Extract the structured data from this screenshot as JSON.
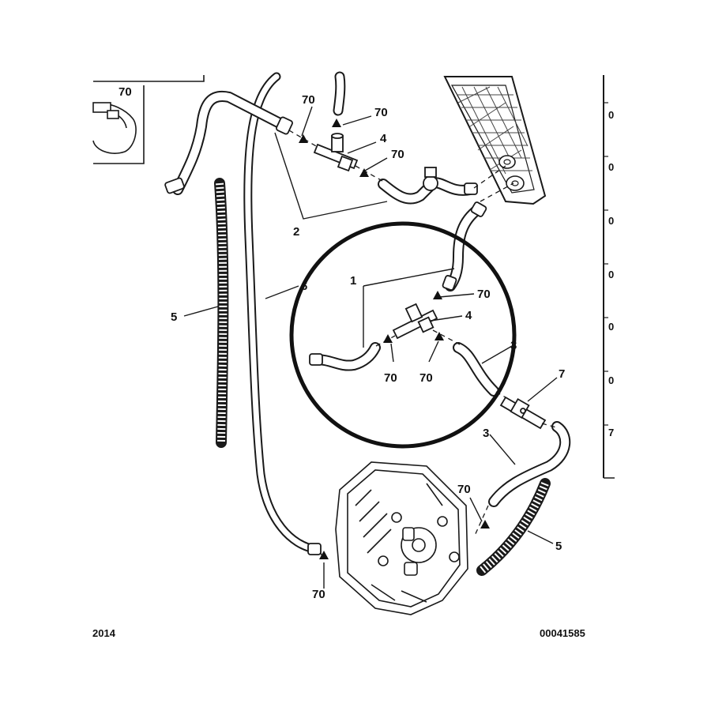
{
  "diagram": {
    "inset_label": "70",
    "callouts": {
      "c70_top_left": "70",
      "c70_top_mid": "70",
      "c4_top": "4",
      "c70_top_right": "70",
      "c2": "2",
      "c5_left": "5",
      "c6": "6",
      "c1": "1",
      "c70_circle_right": "70",
      "c4_circle": "4",
      "c70_circle_bl": "70",
      "c70_circle_br": "70",
      "c3_circle": "3",
      "c7": "7",
      "c3_lower": "3",
      "c70_lower": "70",
      "c5_right": "5",
      "c70_bottom": "70"
    },
    "right_panel_marks": [
      "0",
      "0",
      "0",
      "0",
      "0",
      "0",
      "7"
    ],
    "footer": {
      "year": "2014",
      "reference": "00041585"
    }
  }
}
